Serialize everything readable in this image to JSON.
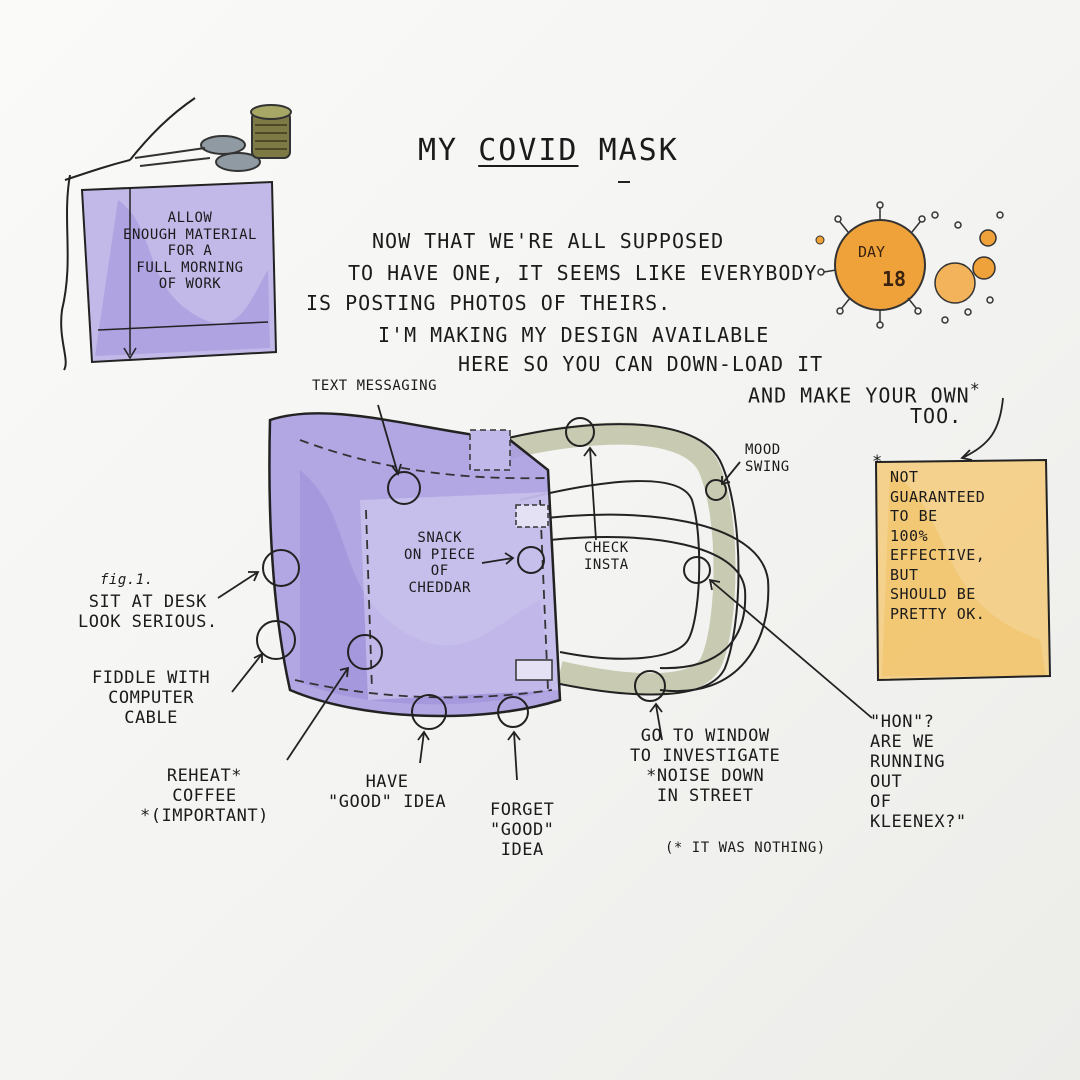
{
  "colors": {
    "paper": "#f4f4f2",
    "ink": "#1b1b1b",
    "mask_purple": "#a99be0",
    "strap_green": "#c8cbb2",
    "virus_orange": "#f0a23a",
    "note_yellow": "#f4c56b"
  },
  "title": {
    "word1": "MY",
    "word2": "COVID",
    "word3": "MASK"
  },
  "intro": {
    "line1": "NOW THAT WE'RE ALL SUPPOSED",
    "line2": "TO HAVE ONE, IT SEEMS LIKE EVERYBODY",
    "line3": "IS POSTING PHOTOS OF THEIRS.",
    "line4": "I'M MAKING MY DESIGN AVAILABLE",
    "line5": "HERE SO YOU CAN DOWN-LOAD IT",
    "line6": "AND MAKE YOUR OWN",
    "line6_star": "*",
    "line7": "TOO."
  },
  "fabric_note": "ALLOW\nENOUGH MATERIAL\nFOR A\nFULL MORNING\nOF WORK",
  "day_badge": {
    "label": "DAY",
    "number": "18"
  },
  "disclaimer": {
    "star": "*",
    "text": "NOT\nGUARANTEED\nTO BE\n100%\nEFFECTIVE,\nBUT\nSHOULD BE\nPRETTY OK."
  },
  "figure_label": "fig.1.",
  "labels": {
    "text_messaging": "TEXT MESSAGING",
    "mood_swing": "MOOD\nSWING",
    "snack": "SNACK\nON PIECE\nOF\nCHEDDAR",
    "check_insta": "CHECK\nINSTA",
    "sit_at_desk": "SIT AT DESK\nLOOK SERIOUS.",
    "fiddle": "FIDDLE WITH\nCOMPUTER\nCABLE",
    "reheat": "REHEAT*\nCOFFEE\n*(IMPORTANT)",
    "have_idea": "HAVE\n\"GOOD\" IDEA",
    "forget_idea": "FORGET\n\"GOOD\"\nIDEA",
    "window": "GO TO WINDOW\nTO INVESTIGATE\n*NOISE DOWN\nIN STREET",
    "window_aside": "(* IT WAS NOTHING)",
    "kleenex": "\"HON\"?\nARE WE\nRUNNING\nOUT\nOF\nKLEENEX?\""
  }
}
